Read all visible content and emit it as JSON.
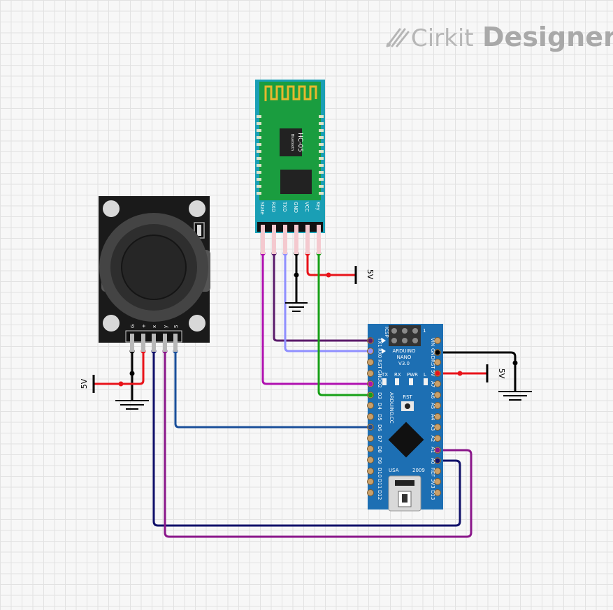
{
  "brand": {
    "name_light": "Cirkit",
    "name_bold": "Designer",
    "icon": "cirkit-logo-icon"
  },
  "hc05": {
    "chip_title": "HC-05",
    "chip_sub": "Bluetooth",
    "pins": [
      "State",
      "RXD",
      "TXD",
      "GND",
      "VCC",
      "Key"
    ]
  },
  "joystick": {
    "pins": [
      "G",
      "+",
      "x",
      "y",
      "S"
    ]
  },
  "nano": {
    "icsp": "ICSP",
    "icsp_num": "1",
    "board_title": "ARDUINO",
    "board_sub": "NANO",
    "board_ver": "V3.0",
    "leds": [
      "TX",
      "RX",
      "PWR",
      "L"
    ],
    "rst": "RST",
    "brand_vertical": "ARDUINO.CC",
    "usa": "USA",
    "year": "2009",
    "left_pins": [
      "TX1",
      "RX0",
      "RST",
      "GND",
      "D2",
      "D3",
      "D4",
      "D5",
      "D6",
      "D7",
      "D8",
      "D9",
      "D10",
      "D11",
      "D12"
    ],
    "right_pins": [
      "VIN",
      "GND",
      "RST",
      "5V",
      "A7",
      "A6",
      "A5",
      "A4",
      "A3",
      "A2",
      "A1",
      "A0",
      "REF",
      "3V3",
      "D13"
    ]
  },
  "power": {
    "hc05_5v": "5V",
    "nano_5v": "5V",
    "joy_5v": "5V"
  },
  "colors": {
    "board_teal": "#1a9fb5",
    "board_green": "#1a9d3f",
    "nano_blue": "#1d6fb3",
    "wire_black": "#000000",
    "wire_red": "#e8131a",
    "wire_magenta": "#b010b0",
    "wire_purple": "#5a1a6a",
    "wire_lavender": "#8f8fff",
    "wire_green": "#17a017",
    "wire_blue": "#1a4f9a",
    "wire_navy": "#10106a",
    "wire_violet": "#8a168a"
  }
}
